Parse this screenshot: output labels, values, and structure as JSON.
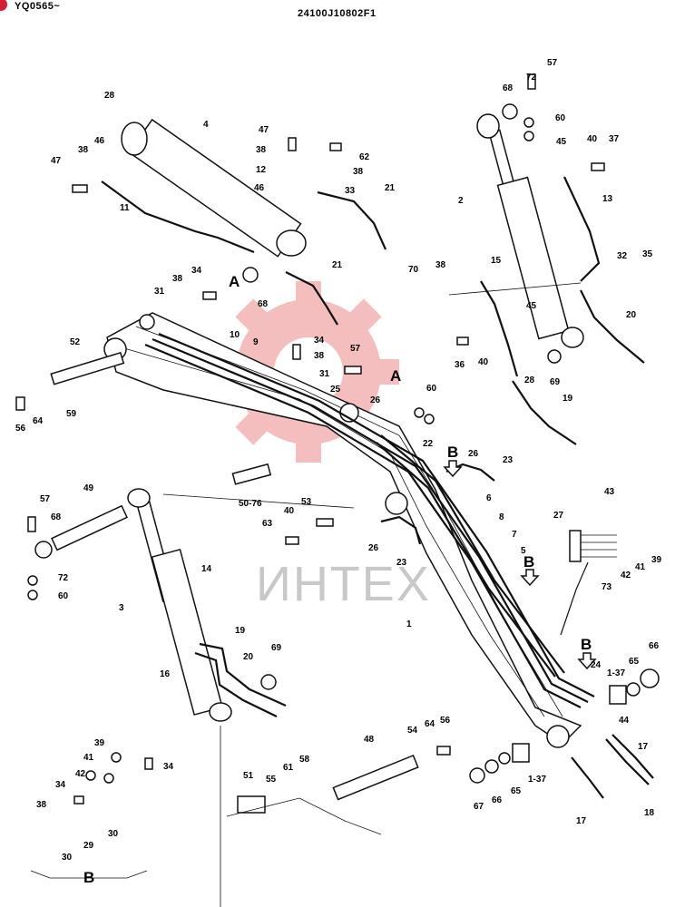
{
  "header": {
    "serial": "YQ0565~",
    "drawing_no": "24100J10802F1"
  },
  "watermark": {
    "text": "ИНТЕХ",
    "color": "#e04848"
  },
  "section_label": "B",
  "labels": {
    "l1": "1",
    "l1_37a": "1-37",
    "l1_37b": "1-37",
    "l2": "2",
    "l3": "3",
    "l4": "4",
    "l5": "5",
    "l6": "6",
    "l7": "7",
    "l8": "8",
    "l9": "9",
    "l10": "10",
    "l11": "11",
    "l12": "12",
    "l13": "13",
    "l14": "14",
    "l15": "15",
    "l16": "16",
    "l17a": "17",
    "l17b": "17",
    "l18": "18",
    "l19a": "19",
    "l19b": "19",
    "l20a": "20",
    "l20b": "20",
    "l21a": "21",
    "l21b": "21",
    "l22": "22",
    "l23a": "23",
    "l23b": "23",
    "l24": "24",
    "l25": "25",
    "l26a": "26",
    "l26b": "26",
    "l26c": "26",
    "l27": "27",
    "l28a": "28",
    "l28b": "28",
    "l29": "29",
    "l30a": "30",
    "l30b": "30",
    "l31a": "31",
    "l31b": "31",
    "l32": "32",
    "l33": "33",
    "l34a": "34",
    "l34b": "34",
    "l34c": "34",
    "l34d": "34",
    "l35": "35",
    "l36": "36",
    "l37": "37",
    "l38a": "38",
    "l38b": "38",
    "l38c": "38",
    "l38d": "38",
    "l38e": "38",
    "l38f": "38",
    "l38g": "38",
    "l39a": "39",
    "l39b": "39",
    "l40a": "40",
    "l40b": "40",
    "l40c": "40",
    "l41a": "41",
    "l41b": "41",
    "l42a": "42",
    "l42b": "42",
    "l43": "43",
    "l44": "44",
    "l45a": "45",
    "l45b": "45",
    "l46a": "46",
    "l46b": "46",
    "l47a": "47",
    "l47b": "47",
    "l48": "48",
    "l49": "49",
    "l50_76": "50-76",
    "l51": "51",
    "l52": "52",
    "l53": "53",
    "l54": "54",
    "l55": "55",
    "l56a": "56",
    "l56b": "56",
    "l57a": "57",
    "l57b": "57",
    "l57c": "57",
    "l58": "58",
    "l59": "59",
    "l60a": "60",
    "l60b": "60",
    "l60c": "60",
    "l61": "61",
    "l62": "62",
    "l63": "63",
    "l64a": "64",
    "l64b": "64",
    "l65a": "65",
    "l65b": "65",
    "l66a": "66",
    "l66b": "66",
    "l67": "67",
    "l68a": "68",
    "l68b": "68",
    "l68c": "68",
    "l69a": "69",
    "l69b": "69",
    "l70": "70",
    "l72a": "72",
    "l72b": "72",
    "l73": "73",
    "refA1": "A",
    "refA2": "A",
    "refB1": "B",
    "refB2": "B",
    "refB3": "B"
  }
}
